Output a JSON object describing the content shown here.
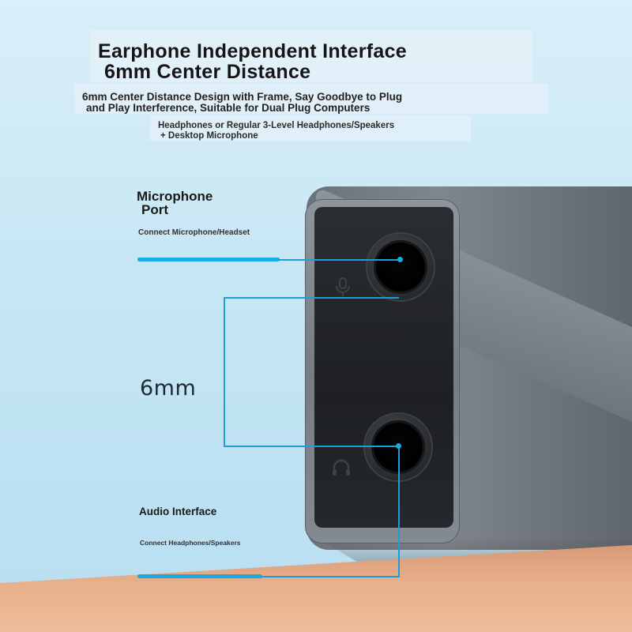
{
  "header": {
    "title_line1": "Earphone Independent Interface",
    "title_line2": "6mm Center Distance",
    "subtitle_line1": "6mm Center Distance Design with Frame, Say Goodbye to Plug",
    "subtitle_line2": "and Play Interference, Suitable for Dual Plug Computers",
    "note_line1": "Headphones or Regular 3-Level Headphones/Speakers",
    "note_line2": "+ Desktop Microphone"
  },
  "microphone": {
    "title_line1": "Microphone",
    "title_line2": "Port",
    "desc": "Connect Microphone/Headset"
  },
  "measurement": {
    "label": "6mm"
  },
  "audio": {
    "title": "Audio Interface",
    "desc": "Connect Headphones/Speakers"
  },
  "icons": {
    "mic_port_icon": "microphone-icon",
    "audio_port_icon": "headphone-icon"
  },
  "colors": {
    "accent": "#18a9e6",
    "background": "#c6e6f4",
    "device": "#767c84",
    "surface": "#e7ae89"
  }
}
